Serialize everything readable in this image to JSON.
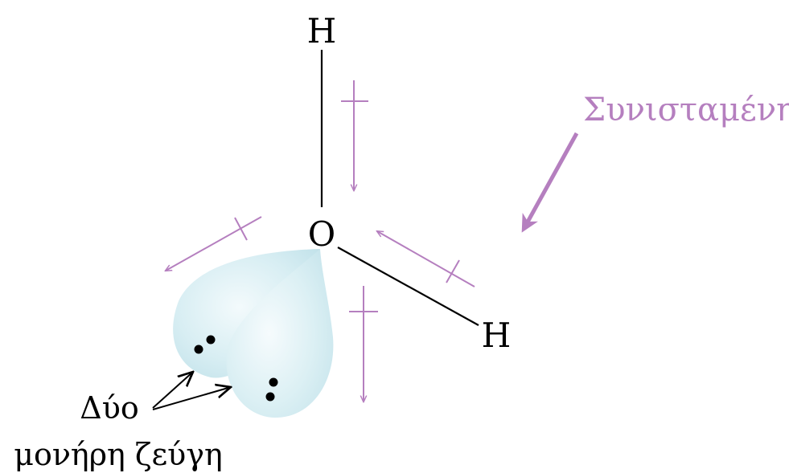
{
  "atoms": {
    "hydrogen_top": "H",
    "oxygen": "O",
    "hydrogen_right": "H"
  },
  "labels": {
    "resultant": "Συνισταμένη",
    "lone_pairs_line1": "Δύο",
    "lone_pairs_line2": "μονήρη ζεύγη"
  },
  "colors": {
    "bond": "#000000",
    "dipole_arrow": "#b57fbf",
    "lone_pair_cloud": "#d3ecf1",
    "lone_pair_electron": "#000000"
  }
}
